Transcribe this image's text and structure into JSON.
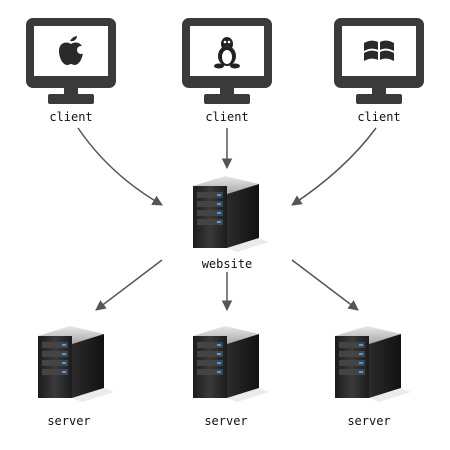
{
  "nodes": {
    "client_mac": {
      "label": "client",
      "os_icon": "apple-icon"
    },
    "client_linux": {
      "label": "client",
      "os_icon": "linux-tux-icon"
    },
    "client_windows": {
      "label": "client",
      "os_icon": "windows-icon"
    },
    "website": {
      "label": "website"
    },
    "server_left": {
      "label": "server"
    },
    "server_center": {
      "label": "server"
    },
    "server_right": {
      "label": "server"
    }
  },
  "colors": {
    "monitor_frame": "#3a3a3a",
    "monitor_screen": "#ffffff",
    "server_body": "#2a2a2a",
    "server_top": "#d0d0d0",
    "server_led": "#3aa0ff",
    "arrow": "#555555",
    "label_text": "#111111"
  }
}
